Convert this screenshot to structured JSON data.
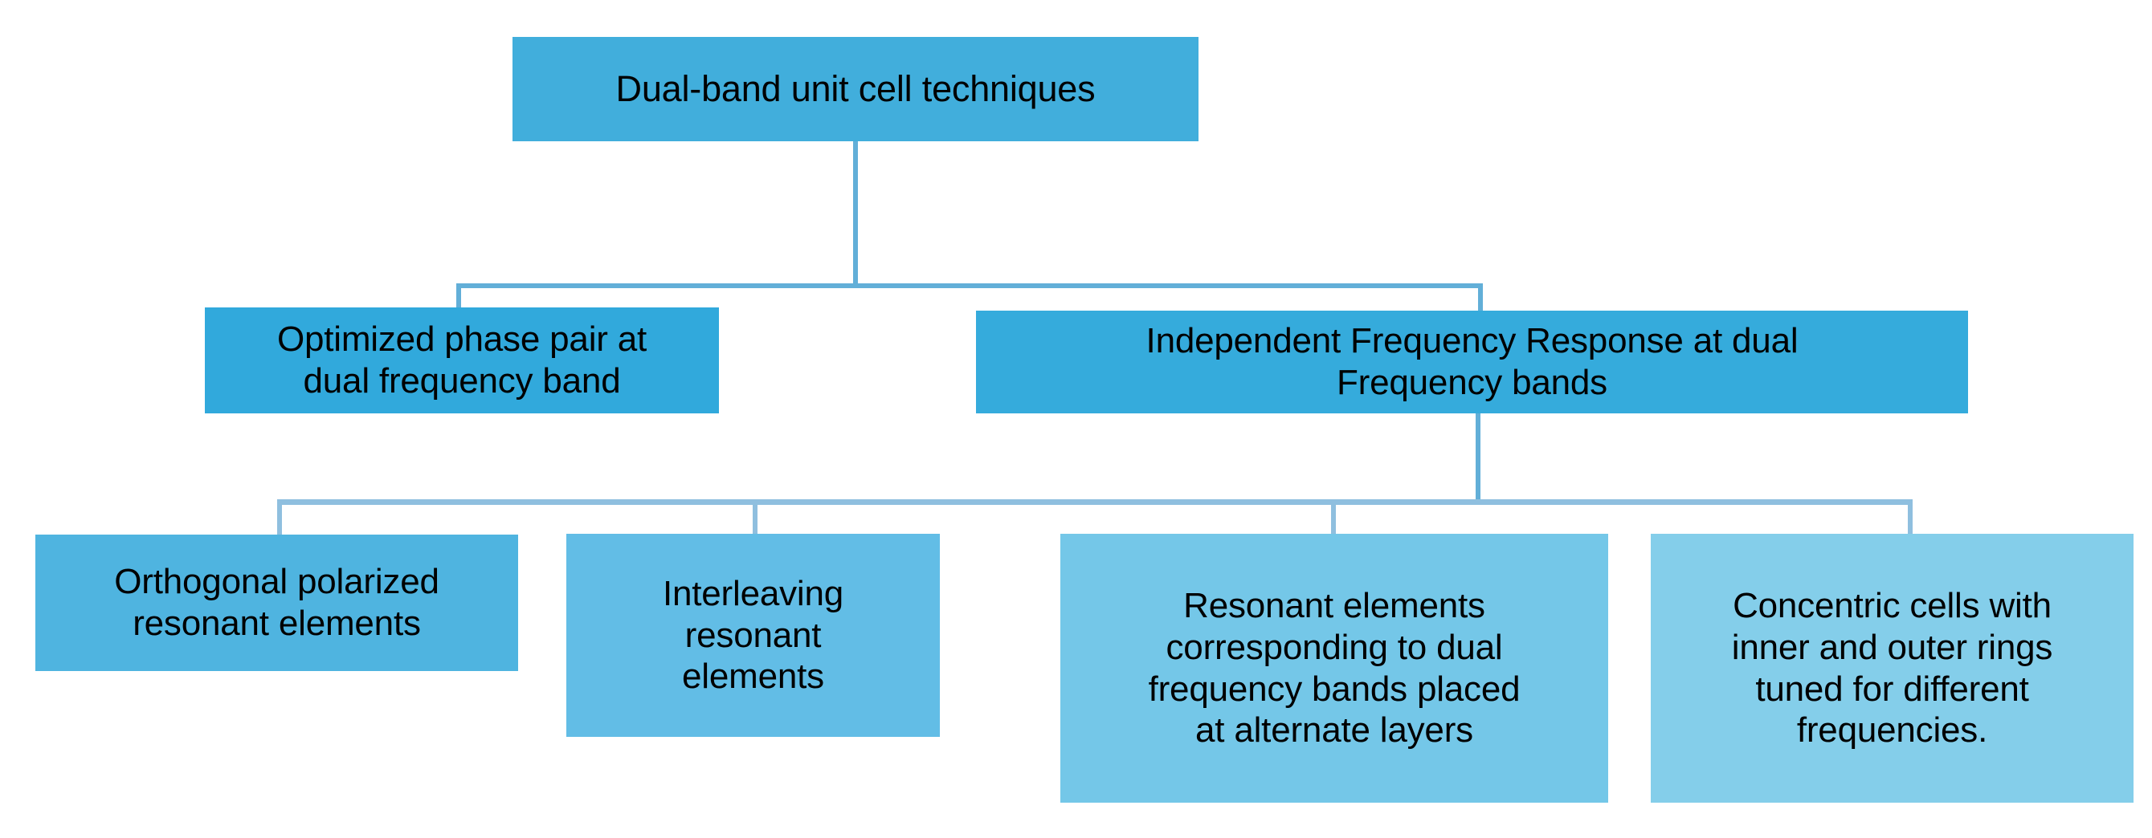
{
  "diagram": {
    "type": "tree-hierarchy",
    "title": "Dual-band unit cell techniques",
    "background_color": "#FFFFFF",
    "text_color": "#000000",
    "connector_color": "#62AFD8",
    "connector_color_light": "#8FBFDF",
    "levels": [
      {
        "level": 1,
        "nodes": [
          {
            "id": "root",
            "label": "Dual-band unit cell techniques",
            "color": "#41AEDC"
          }
        ]
      },
      {
        "level": 2,
        "nodes": [
          {
            "id": "optimized-phase-pair",
            "label": "Optimized phase pair at\ndual frequency band",
            "color": "#31A9DC"
          },
          {
            "id": "independent-frequency-response",
            "label": "Independent Frequency Response at dual\nFrequency bands",
            "color": "#35ABDC"
          }
        ]
      },
      {
        "level": 3,
        "nodes": [
          {
            "id": "orthogonal-polarized",
            "label": "Orthogonal polarized\nresonant elements",
            "color": "#4FB4E0"
          },
          {
            "id": "interleaving",
            "label": "Interleaving\nresonant\nelements",
            "color": "#62BDE6"
          },
          {
            "id": "resonant-alternate-layers",
            "label": "Resonant elements\ncorresponding to dual\nfrequency bands placed\nat alternate layers",
            "color": "#74C7E8"
          },
          {
            "id": "concentric-cells",
            "label": "Concentric cells with\ninner and outer rings\ntuned for different\nfrequencies.",
            "color": "#84CEEA"
          }
        ]
      }
    ],
    "edges": [
      {
        "from": "root",
        "to": "optimized-phase-pair"
      },
      {
        "from": "root",
        "to": "independent-frequency-response"
      },
      {
        "from": "independent-frequency-response",
        "to": "orthogonal-polarized"
      },
      {
        "from": "independent-frequency-response",
        "to": "interleaving"
      },
      {
        "from": "independent-frequency-response",
        "to": "resonant-alternate-layers"
      },
      {
        "from": "independent-frequency-response",
        "to": "concentric-cells"
      }
    ]
  }
}
